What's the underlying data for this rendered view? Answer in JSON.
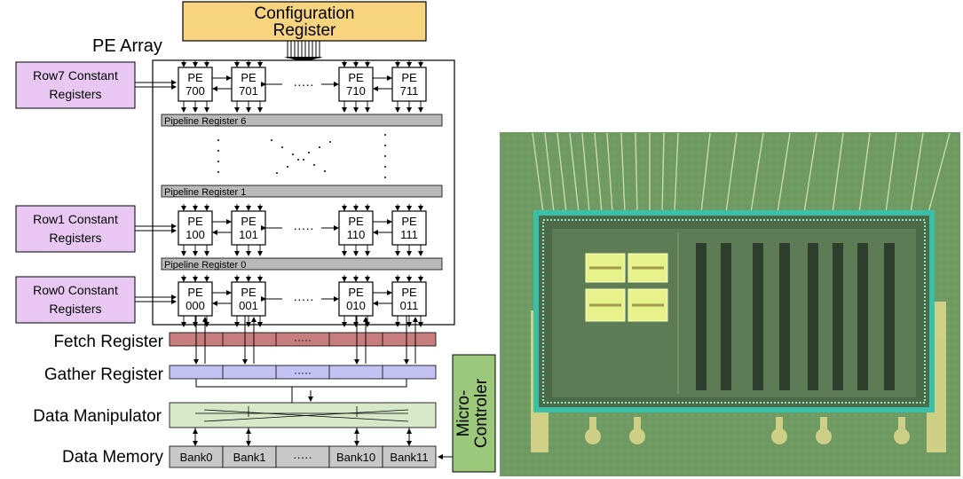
{
  "config_register": {
    "line1": "Configuration",
    "line2": "Register"
  },
  "pe_array_label": "PE Array",
  "constant_registers": {
    "row7": {
      "line1": "Row7 Constant",
      "line2": "Registers"
    },
    "row1": {
      "line1": "Row1 Constant",
      "line2": "Registers"
    },
    "row0": {
      "line1": "Row0 Constant",
      "line2": "Registers"
    }
  },
  "pe_rows": {
    "row7": [
      {
        "top": "PE",
        "id": "700"
      },
      {
        "top": "PE",
        "id": "701"
      },
      {
        "top": "PE",
        "id": "710"
      },
      {
        "top": "PE",
        "id": "711"
      }
    ],
    "row1": [
      {
        "top": "PE",
        "id": "100"
      },
      {
        "top": "PE",
        "id": "101"
      },
      {
        "top": "PE",
        "id": "110"
      },
      {
        "top": "PE",
        "id": "111"
      }
    ],
    "row0": [
      {
        "top": "PE",
        "id": "000"
      },
      {
        "top": "PE",
        "id": "001"
      },
      {
        "top": "PE",
        "id": "010"
      },
      {
        "top": "PE",
        "id": "011"
      }
    ]
  },
  "ellipsis": "·····",
  "pipeline_registers": {
    "reg6": "Pipeline Register 6",
    "reg1": "Pipeline Register 1",
    "reg0": "Pipeline Register 0"
  },
  "side_labels": {
    "fetch": "Fetch Register",
    "gather": "Gather Register",
    "manipulator": "Data Manipulator",
    "memory": "Data Memory"
  },
  "memory_banks": [
    "Bank0",
    "Bank1",
    "·····",
    "Bank10",
    "Bank11"
  ],
  "microcontroller": {
    "line1": "Micro-",
    "line2": "Controler"
  },
  "colors": {
    "config": "#f7d57e",
    "constant": "#e8c8f3",
    "pipeline": "#b9b9b9",
    "fetch": "#c77d7d",
    "gather": "#c3c3f3",
    "manipulator": "#d7e8c9",
    "memory": "#c8c8c8",
    "micro": "#9bc87a"
  }
}
